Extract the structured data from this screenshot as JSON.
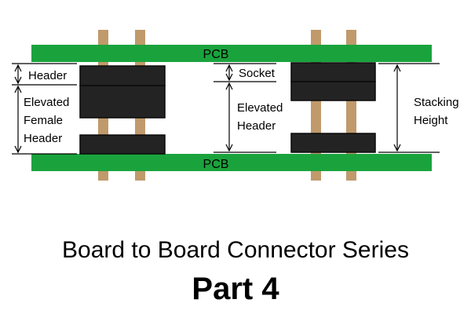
{
  "colors": {
    "pcb": "#1aa33d",
    "pin": "#c09a6b",
    "connector": "#232323",
    "connector_edge": "#0a0a0a",
    "line": "#000000"
  },
  "labels": {
    "pcb_top": "PCB",
    "pcb_bottom": "PCB",
    "header": "Header",
    "elevated_female_header": [
      "Elevated",
      "Female",
      "Header"
    ],
    "socket": "Socket",
    "elevated_header": [
      "Elevated",
      "Header"
    ],
    "stacking_height": [
      "Stacking",
      "Height"
    ]
  },
  "caption": {
    "title": "Board to Board Connector Series",
    "part": "Part 4"
  }
}
